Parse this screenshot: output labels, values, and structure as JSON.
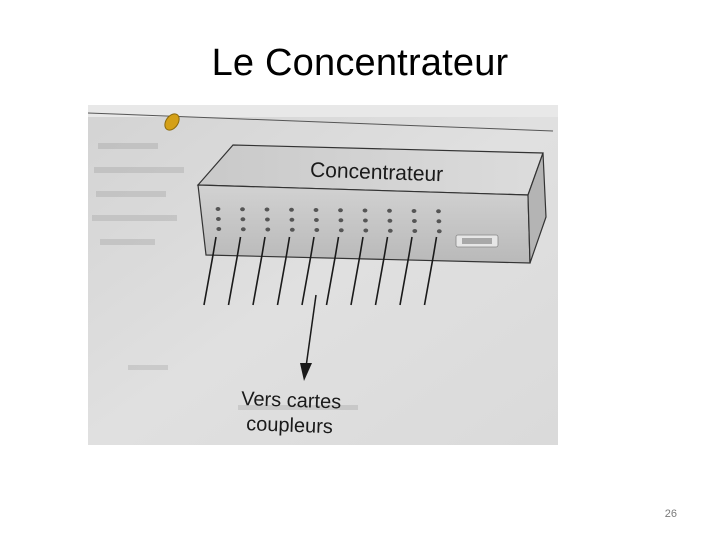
{
  "slide": {
    "title": "Le Concentrateur",
    "page_number": "26"
  },
  "figure": {
    "hub_label": "Concentrateur",
    "caption_line1": "Vers cartes",
    "caption_line2": "coupleurs"
  },
  "colors": {
    "paper": "#d8d8d8",
    "hub_top": "#d0d0d0",
    "hub_front": "#c4c4c4",
    "hub_side": "#b8b8b8",
    "ink": "#1a1a1a",
    "pin": "#d4a017"
  }
}
